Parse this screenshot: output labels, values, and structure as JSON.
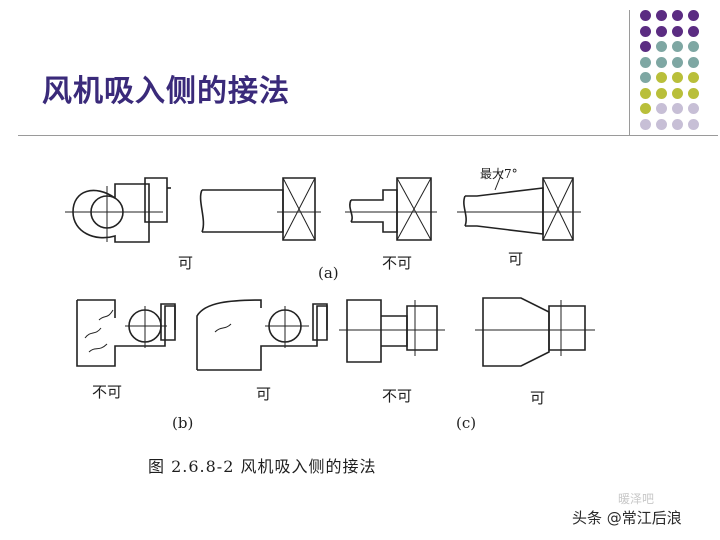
{
  "title": "风机吸入侧的接法",
  "labels": {
    "a1": "可",
    "a_group": "(a)",
    "a3": "不可",
    "a4": "可",
    "angle": "最大7°",
    "b1": "不可",
    "b2": "可",
    "b_group": "(b)",
    "c1": "不可",
    "c2": "可",
    "c_group": "(c)"
  },
  "caption": "图 2.6.8-2  风机吸入侧的接法",
  "watermark_faint": "暖泽吧",
  "watermark": "头条 @常江后浪",
  "colors": {
    "title": "#3a2a7a",
    "dot_purple": "#5b2c82",
    "dot_teal": "#7ea7a3",
    "dot_olive": "#b9bf3a",
    "dot_lavender": "#c7bfd6"
  }
}
